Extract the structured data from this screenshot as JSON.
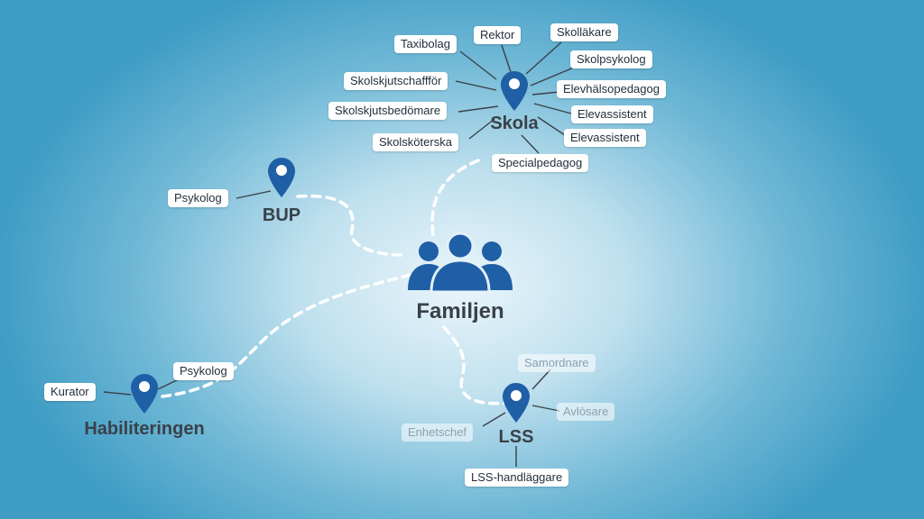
{
  "hubs": {
    "skola": {
      "label": "Skola"
    },
    "bup": {
      "label": "BUP"
    },
    "familjen": {
      "label": "Familjen"
    },
    "habiliteringen": {
      "label": "Habiliteringen"
    },
    "lss": {
      "label": "LSS"
    }
  },
  "chips": {
    "taxibolag": "Taxibolag",
    "rektor": "Rektor",
    "skollakare": "Skolläkare",
    "skolpsykolog": "Skolpsykolog",
    "skolskjutschauffor": "Skolskjutschaffför",
    "elevhalsopedagog": "Elevhälsopedagog",
    "skolskjutsbedomare": "Skolskjutsbedömare",
    "elevassistent_1": "Elevassistent",
    "elevassistent_2": "Elevassistent",
    "skolskoterska": "Skolsköterska",
    "specialpedagog": "Specialpedagog",
    "bup_psykolog": "Psykolog",
    "hab_psykolog": "Psykolog",
    "kurator": "Kurator",
    "samordnare": "Samordnare",
    "avlosare": "Avlösare",
    "enhetschef": "Enhetschef",
    "lss_handlaggare": "LSS-handläggare"
  },
  "colors": {
    "pin": "#1f5fa6",
    "family_icon": "#1f5fa6",
    "dashed_line": "#ffffff",
    "connector": "#3a4148"
  }
}
